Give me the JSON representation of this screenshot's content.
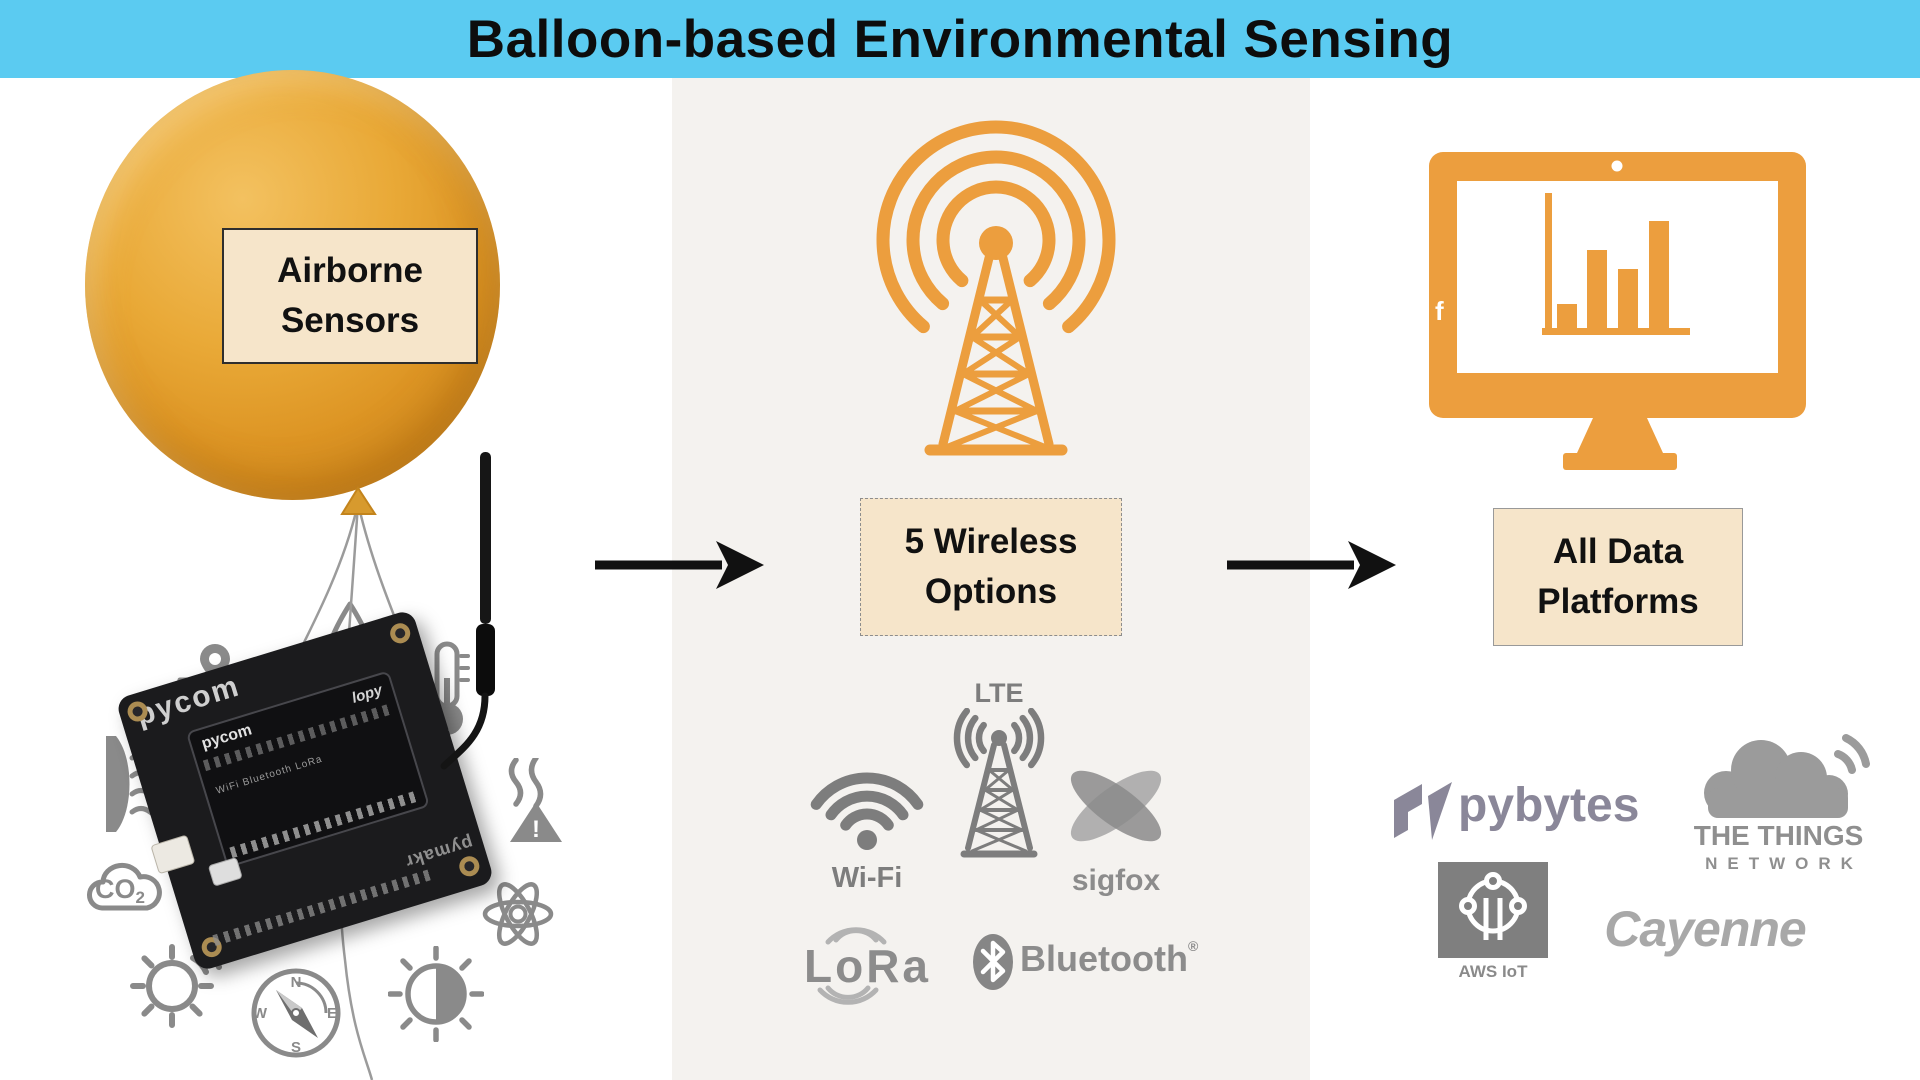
{
  "title": "Balloon-based Environmental Sensing",
  "left": {
    "balloon_label_line1": "Airborne",
    "balloon_label_line2": "Sensors",
    "board": {
      "brand": "pycom",
      "module_brand": "pycom",
      "module_name": "lopy",
      "module_sub": "WiFi  Bluetooth  LoRa",
      "maker": "pymakr"
    },
    "co2": {
      "main": "CO",
      "sub": "2"
    },
    "compass": {
      "n": "N",
      "w": "W",
      "e": "E",
      "s": "S"
    },
    "warning_mark": "!"
  },
  "middle": {
    "label_line1": "5 Wireless",
    "label_line2": "Options",
    "options": {
      "lte": "LTE",
      "wifi": "Wi-Fi",
      "sigfox": "sigfox",
      "lora": "LoRa",
      "bluetooth": "Bluetooth",
      "bluetooth_reg": "®"
    }
  },
  "right": {
    "label_line1": "All Data",
    "label_line2": "Platforms",
    "monitor_f": "f",
    "platforms": {
      "pybytes": "pybytes",
      "ttn_line1": "THE THINGS",
      "ttn_line2": "NETWORK",
      "aws": "AWS IoT",
      "cayenne": "Cayenne"
    }
  },
  "colors": {
    "header_bg": "#5bcbf1",
    "accent_orange": "#ec9e3e",
    "label_box_bg": "#f6e5ca",
    "icon_gray": "#8a8a8a",
    "middle_panel_bg": "#f4f2ef",
    "pybytes_gray": "#8a8799",
    "platform_gray": "#9b9b9b"
  }
}
